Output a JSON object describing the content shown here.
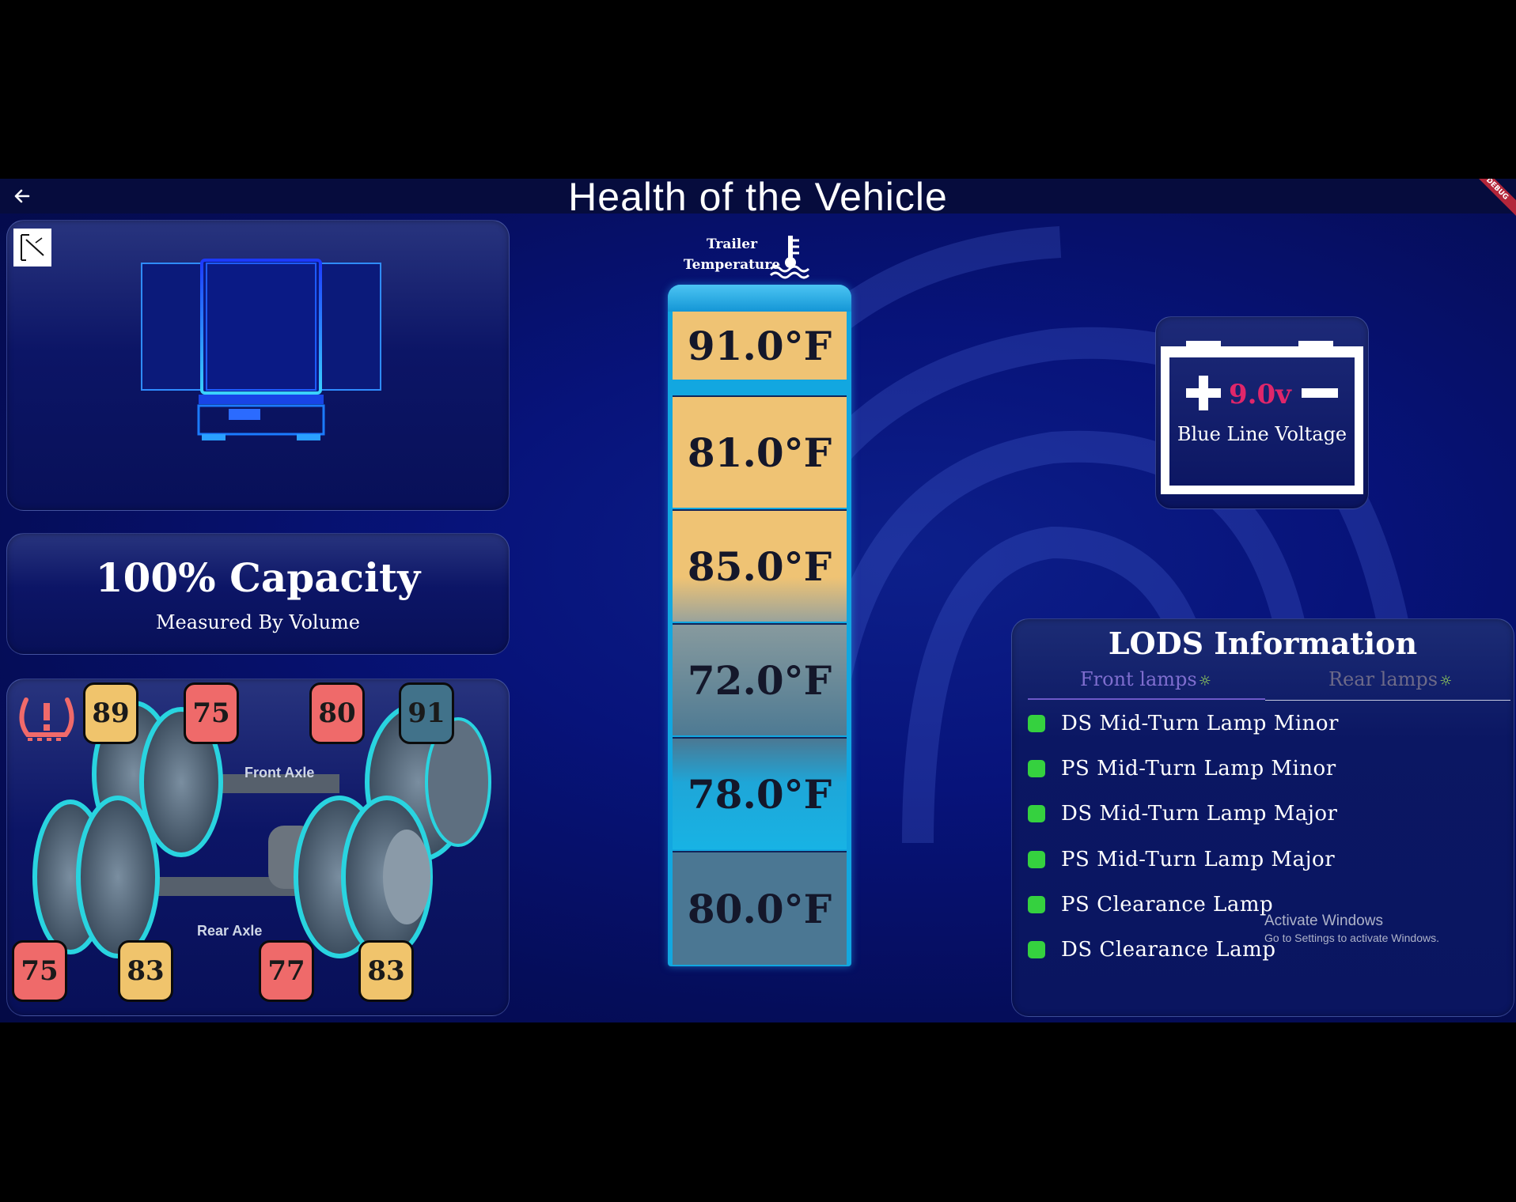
{
  "header": {
    "title": "Health of the Vehicle",
    "debug_banner": "DEBUG"
  },
  "capacity": {
    "value": "100% Capacity",
    "subtitle": "Measured By Volume"
  },
  "tires": {
    "front_axle_label": "Front Axle",
    "rear_axle_label": "Rear Axle",
    "top": [
      "89",
      "75",
      "80",
      "91"
    ],
    "bottom": [
      "75",
      "83",
      "77",
      "83"
    ],
    "colors": {
      "yellow": "#f0c46c",
      "red": "#ef6a6a",
      "teal": "#41728a"
    }
  },
  "temperature": {
    "title_line1": "Trailer",
    "title_line2": "Temperature",
    "readings": [
      "91.0°F",
      "81.0°F",
      "85.0°F",
      "72.0°F",
      "78.0°F",
      "80.0°F"
    ]
  },
  "battery": {
    "voltage": "9.0v",
    "label": "Blue Line Voltage",
    "voltage_color": "#e0266a"
  },
  "lods": {
    "title": "LODS Information",
    "tabs": [
      {
        "label": "Front lamps",
        "icon": "bulb-icon"
      },
      {
        "label": "Rear lamps",
        "icon": "bulb-icon"
      }
    ],
    "items": [
      "DS Mid-Turn Lamp Minor",
      "PS Mid-Turn Lamp Minor",
      "DS Mid-Turn Lamp Major",
      "PS Mid-Turn Lamp Major",
      "PS Clearance Lamp",
      "DS Clearance Lamp"
    ],
    "status_color": "#35d13f"
  },
  "os_overlay": {
    "line1": "Activate Windows",
    "line2": "Go to Settings to activate Windows."
  }
}
